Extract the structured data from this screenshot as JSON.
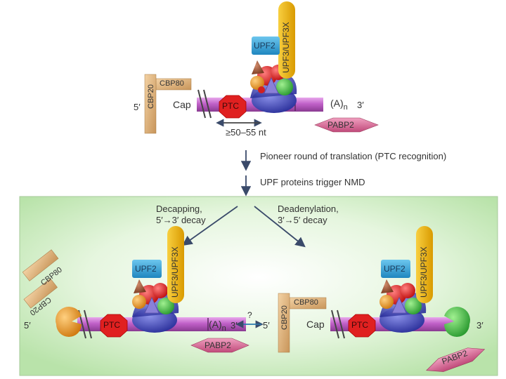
{
  "colors": {
    "mrna": "#c060c8",
    "ptc": "#e02020",
    "upf2": "#2a9fd6",
    "upf3": "#f0b000",
    "cbp": "#d9a86b",
    "pabp": "#d45a8c",
    "panel_bg": "#cfeec4"
  },
  "top": {
    "upf2": "UPF2",
    "upf3": "UPF3/UPF3X",
    "cbp80": "CBP80",
    "cbp20": "CBP20",
    "five_prime": "5′",
    "cap": "Cap",
    "ptc": "PTC",
    "polya": "(A)",
    "polya_sub": "n",
    "three_prime": "3′",
    "pabp2": "PABP2",
    "distance": "≥50–55 nt"
  },
  "steps": {
    "step1": "Pioneer round of translation (PTC recognition)",
    "step2": "UPF proteins trigger NMD"
  },
  "bottom": {
    "decapping_line1": "Decapping,",
    "decapping_line2": "5′→3′ decay",
    "deadenylation_line1": "Deadenylation,",
    "deadenylation_line2": "3′→5′ decay",
    "left": {
      "upf2": "UPF2",
      "upf3": "UPF3/UPF3X",
      "cbp80": "CBP80",
      "cbp20": "CBP20",
      "five_prime": "5′",
      "ptc": "PTC",
      "polya": "(A)",
      "polya_sub": "n",
      "three_prime": "3′",
      "pabp2": "PABP2"
    },
    "question": "?",
    "right": {
      "upf2": "UPF2",
      "upf3": "UPF3/UPF3X",
      "cbp80": "CBP80",
      "cbp20": "CBP20",
      "five_prime": "5′",
      "cap": "Cap",
      "ptc": "PTC",
      "three_prime": "3′",
      "pabp2": "PABP2"
    }
  }
}
